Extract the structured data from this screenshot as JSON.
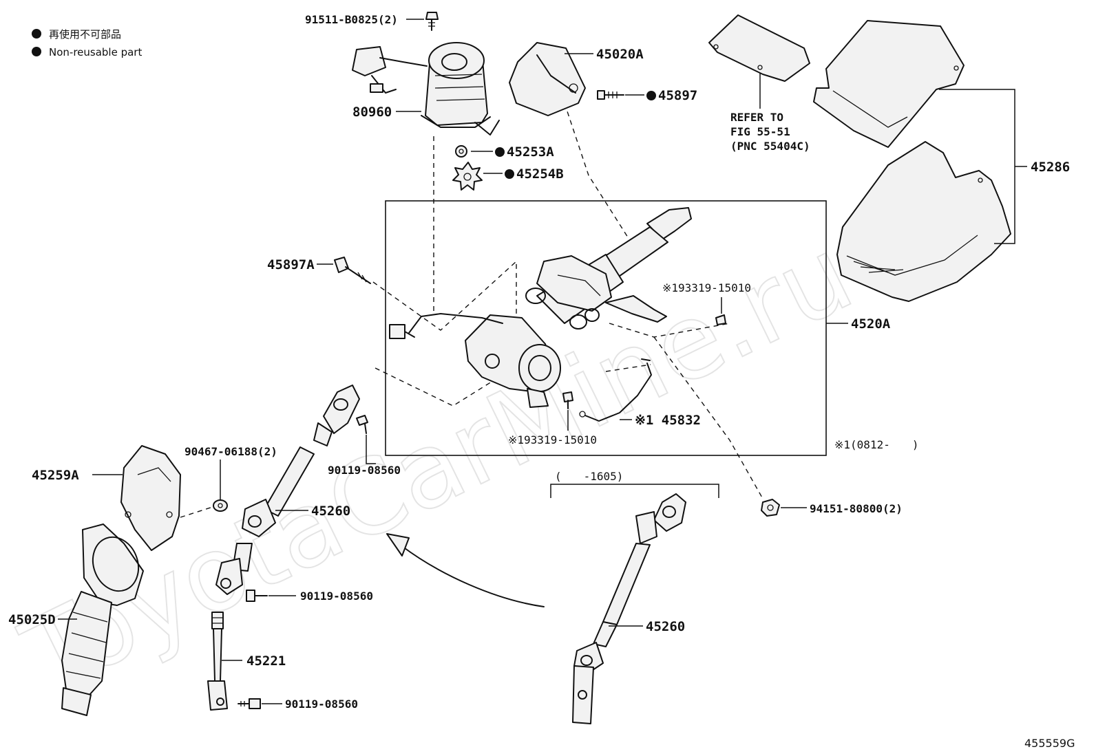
{
  "legend": {
    "jp": "再使用不可部品",
    "en": "Non-reusable part"
  },
  "figure_id": "455559G",
  "watermark": "ToyotaCarMine.ru",
  "labels": {
    "p91511": "91511-B0825(2)",
    "p45020a": "45020A",
    "p45897": "45897",
    "p80960": "80960",
    "p45253a": "45253A",
    "p45254b": "45254B",
    "refer1": "REFER TO",
    "refer2": "FIG 55-51",
    "refer3": "(PNC 55404C)",
    "p45286": "45286",
    "p45897a": "45897A",
    "p193319_top": "※193319-15010",
    "p4520a": "4520A",
    "p45832": "※1 45832",
    "p193319_bot": "※193319-15010",
    "note1": "※1(0812-　　)",
    "p90467": "90467-06188(2)",
    "p45259a": "45259A",
    "p90119_a": "90119-08560",
    "p45260_left": "45260",
    "p90119_b": "90119-08560",
    "p45025d": "45025D",
    "p45221": "45221",
    "p90119_c": "90119-08560",
    "range1605": "(　　-1605)",
    "p94151": "94151-80800(2)",
    "p45260_right": "45260"
  }
}
